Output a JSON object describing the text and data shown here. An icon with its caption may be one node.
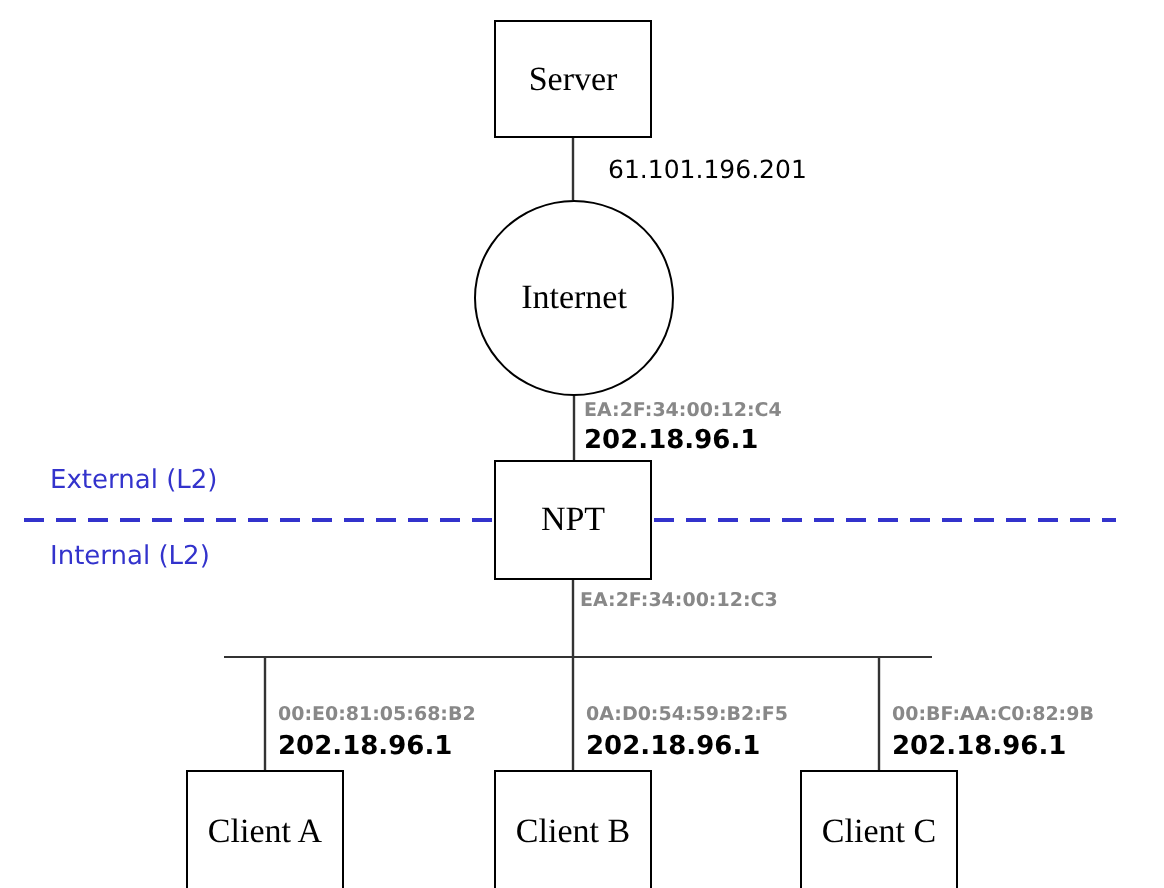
{
  "diagram": {
    "nodes": [
      {
        "text": [
          "Server"
        ],
        "beside": [
          "61.101.196.201"
        ]
      },
      {
        "text": [
          "Internet"
        ]
      },
      {
        "text": [
          "NPT"
        ],
        "beside": [
          "EA:2F:34:00:12:C3"
        ]
      },
      {
        "text": [],
        "shape": "bar"
      },
      {
        "text": [
          "Client A"
        ],
        "beside": [
          "00:E0:81:05:68:B2",
          "202.18.96.1"
        ]
      },
      {
        "text": [
          "Client B"
        ],
        "beside": [
          "0A:D0:54:59:B2:F5",
          "202.18.96.1"
        ]
      },
      {
        "text": [
          "Client C"
        ],
        "beside": [
          "00:BF:AA:C0:82:9B",
          "202.18.96.1"
        ]
      }
    ],
    "edges": [
      {
        "from": 0,
        "to": 1,
        "arrow": "none"
      },
      {
        "from": 1,
        "to": 2,
        "arrow": "none"
      },
      {
        "from": 2,
        "to": 3,
        "arrow": "none"
      },
      {
        "from": 3,
        "to": 4,
        "arrow": "none"
      },
      {
        "from": 3,
        "to": 5,
        "arrow": "none"
      },
      {
        "from": 3,
        "to": 6,
        "arrow": "none"
      }
    ],
    "labels": [
      "EA:2F:34:00:12:C4",
      "202.18.96.1",
      "External (L2)",
      "Internal (L2)"
    ]
  }
}
